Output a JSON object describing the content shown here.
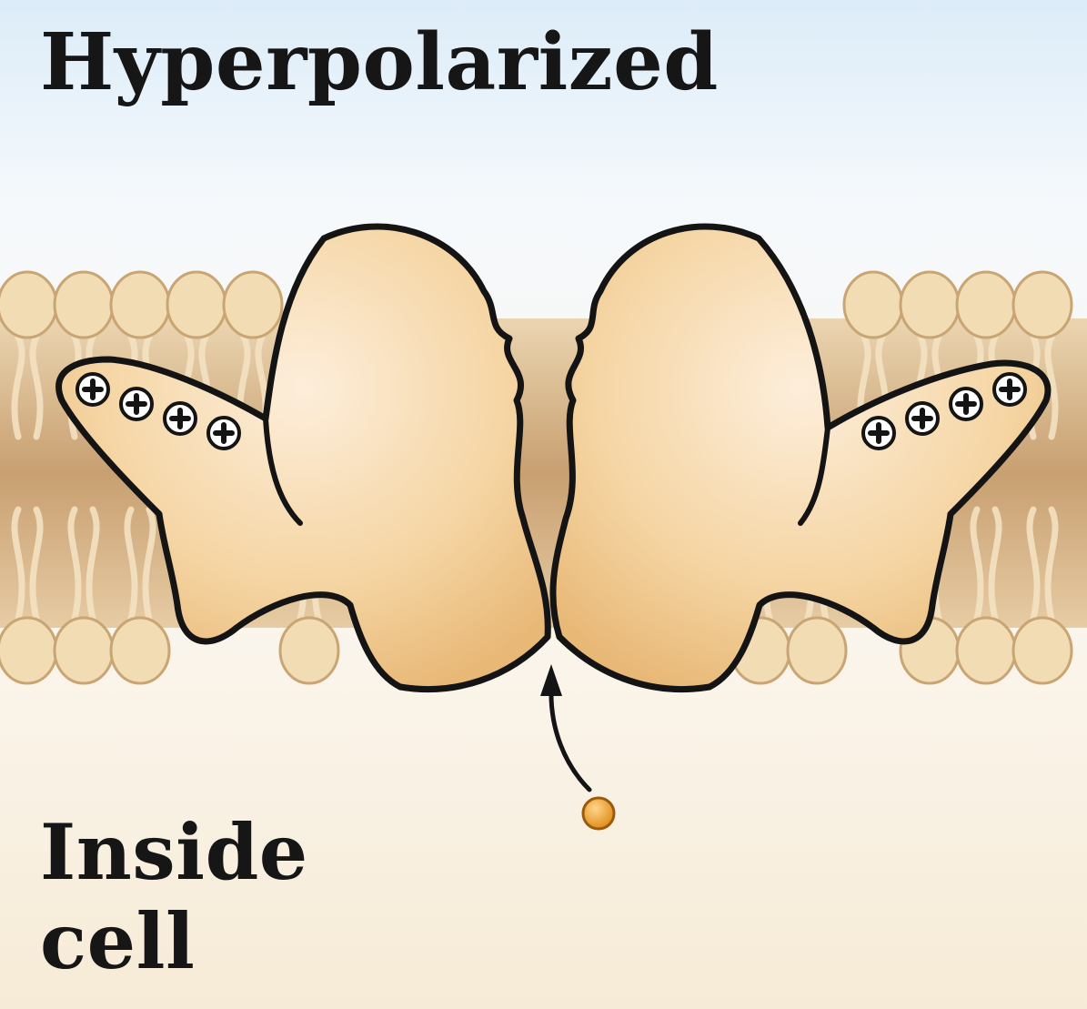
{
  "title": "Hyperpolarized",
  "region_label": {
    "line1": "Inside",
    "line2": "cell"
  },
  "colors": {
    "sky_top": "#dcecf8",
    "cytoplasm": "#f7eddc",
    "lipid_head": "#f2dcb4",
    "lipid_tail_band": "#c99d68",
    "protein": "#f3cf98",
    "protein_outline": "#141414",
    "ion": "#f0a43a"
  },
  "icons": {
    "charge": "plus-charge-icon",
    "ion": "ion-dot-icon",
    "arrow": "arrow-up-icon"
  },
  "charge_count_per_subunit": 4
}
